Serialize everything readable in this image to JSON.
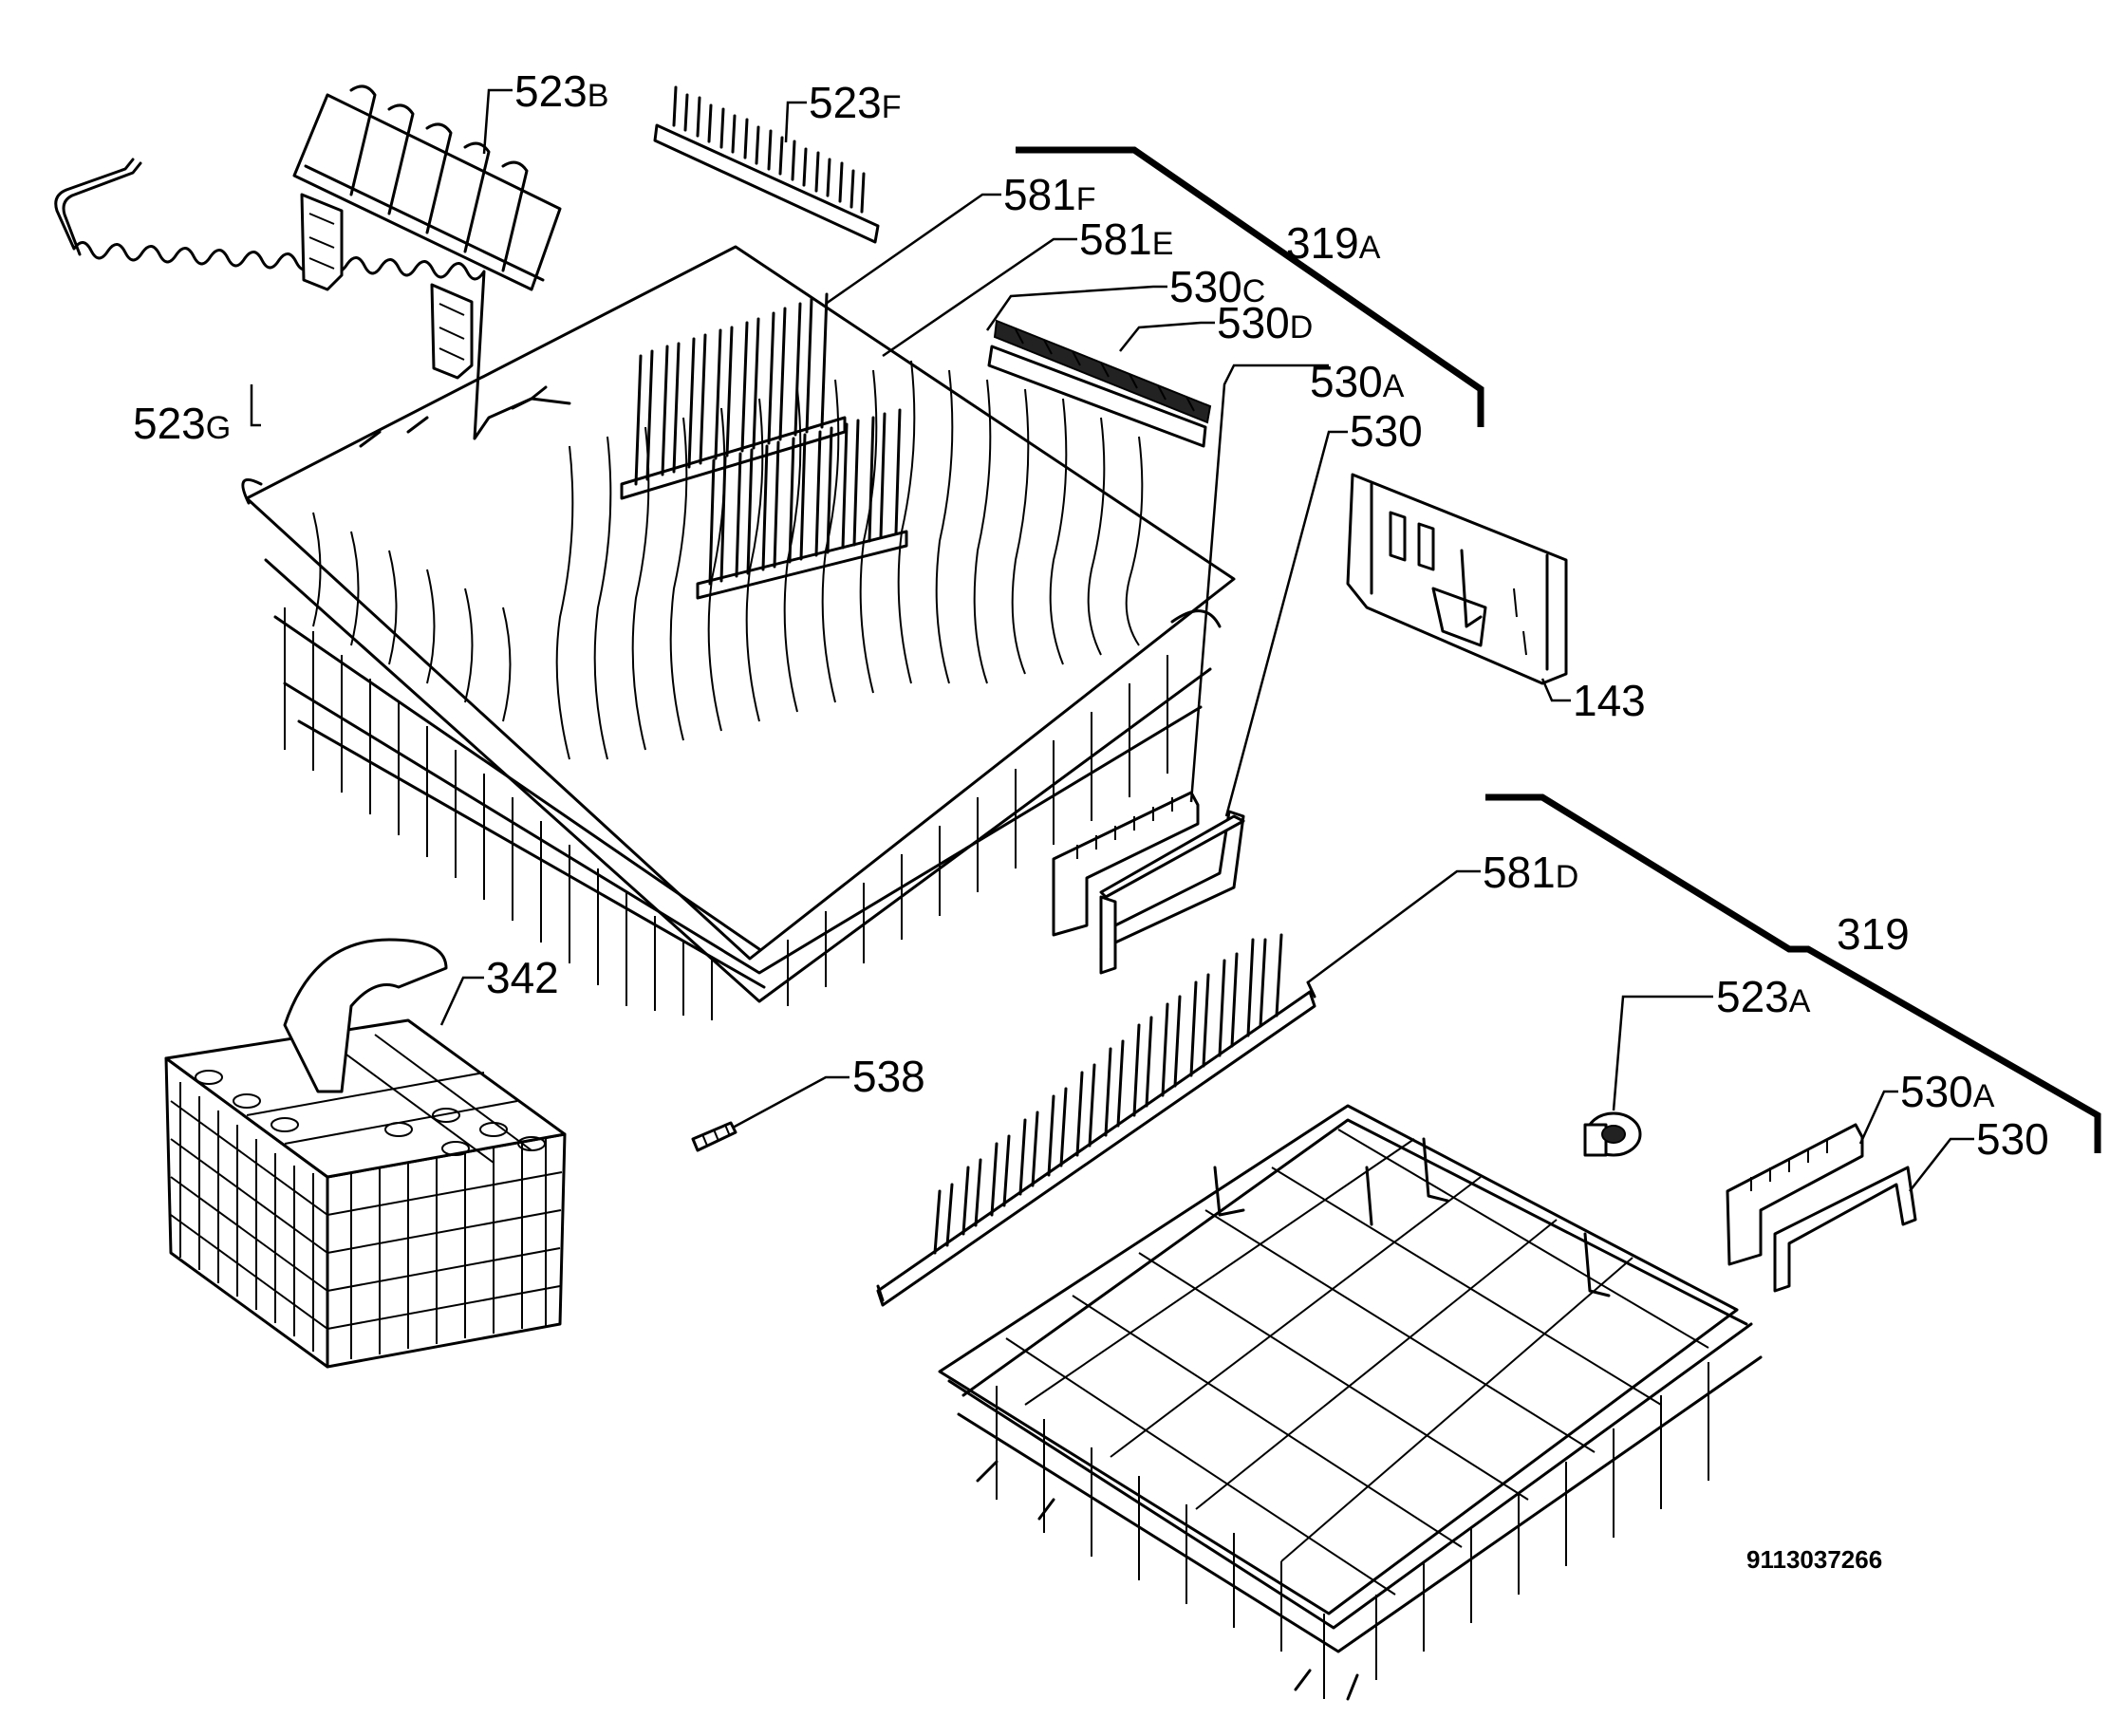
{
  "callouts": [
    {
      "id": "c-523b",
      "num": "523",
      "suffix": "B"
    },
    {
      "id": "c-523f",
      "num": "523",
      "suffix": "F"
    },
    {
      "id": "c-581f",
      "num": "581",
      "suffix": "F"
    },
    {
      "id": "c-581e",
      "num": "581",
      "suffix": "E"
    },
    {
      "id": "c-319a",
      "num": "319",
      "suffix": "A"
    },
    {
      "id": "c-530c",
      "num": "530",
      "suffix": "C"
    },
    {
      "id": "c-530d",
      "num": "530",
      "suffix": "D"
    },
    {
      "id": "c-523g",
      "num": "523",
      "suffix": "G"
    },
    {
      "id": "c-530a-upper",
      "num": "530",
      "suffix": "A"
    },
    {
      "id": "c-530-upper",
      "num": "530",
      "suffix": ""
    },
    {
      "id": "c-143",
      "num": "143",
      "suffix": ""
    },
    {
      "id": "c-581d",
      "num": "581",
      "suffix": "D"
    },
    {
      "id": "c-319",
      "num": "319",
      "suffix": ""
    },
    {
      "id": "c-342",
      "num": "342",
      "suffix": ""
    },
    {
      "id": "c-523a",
      "num": "523",
      "suffix": "A"
    },
    {
      "id": "c-538",
      "num": "538",
      "suffix": ""
    },
    {
      "id": "c-530a-lower",
      "num": "530",
      "suffix": "A"
    },
    {
      "id": "c-530-lower",
      "num": "530",
      "suffix": ""
    }
  ],
  "drawing_code": "9113037266"
}
